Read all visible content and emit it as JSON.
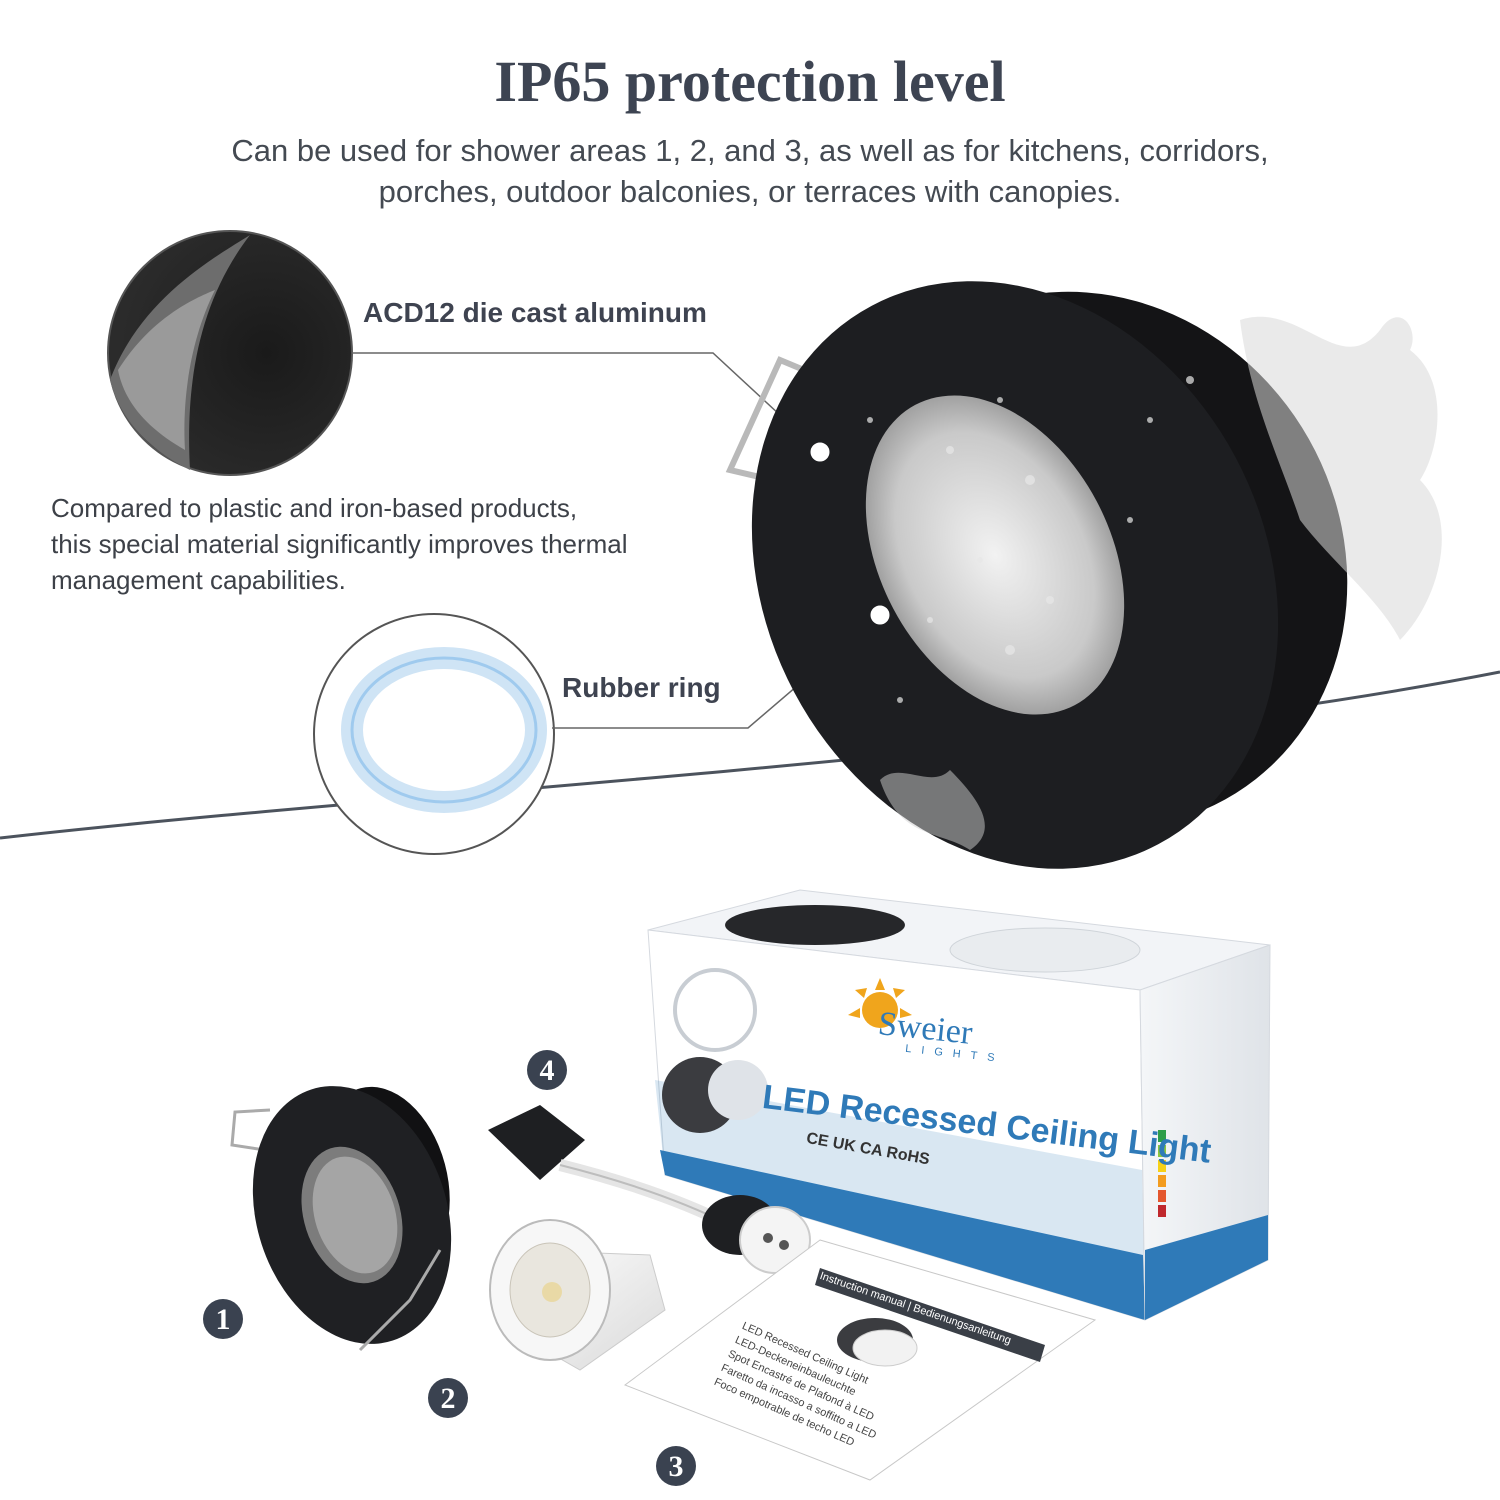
{
  "title": "IP65 protection level",
  "subtitle": {
    "line1": "Can be used for shower areas 1, 2, and 3, as well as for kitchens, corridors,",
    "line2": "porches, outdoor balconies, or terraces with canopies."
  },
  "features": {
    "aluminum": "ACD12 die cast aluminum",
    "rubber": "Rubber ring"
  },
  "description": {
    "line1": "Compared to plastic and iron-based products,",
    "line2": "this special material significantly improves thermal",
    "line3": "management capabilities."
  },
  "package": {
    "brand": "Sweier",
    "brand_sub": "LIGHTS",
    "product_name": "LED Recessed Ceiling Light",
    "cert_marks": "CE UK CA RoHS",
    "manual_title": "Instruction manual  |  Bedienungsanleitung",
    "manual_lines": [
      "LED Recessed Ceiling Light",
      "LED-Deckeneinbauleuchte",
      "Spot Encastré de Plafond à LED",
      "Faretto da incasso a soffitto a LED",
      "Foco empotrable de techo LED"
    ]
  },
  "numbers": [
    "1",
    "2",
    "3",
    "4"
  ],
  "colors": {
    "title": "#3d4452",
    "fixture": "#1d1e21",
    "box_blue": "#2f7ab8",
    "badge": "#3a4250"
  }
}
